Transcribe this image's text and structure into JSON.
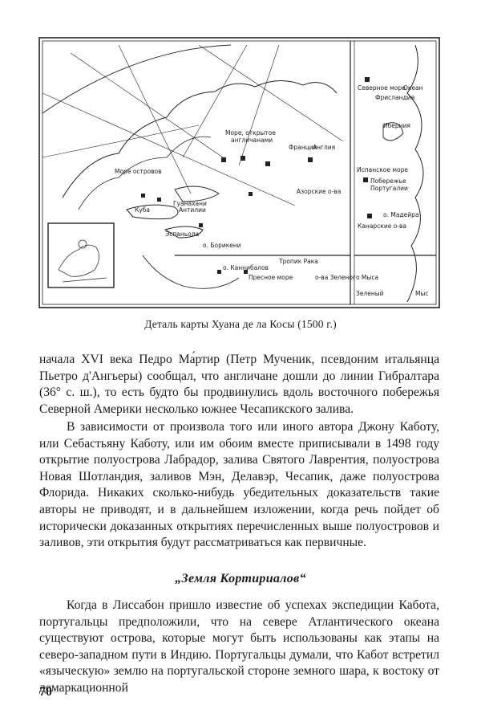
{
  "map": {
    "labels": {
      "severnoe_more": "Северное море",
      "okean": "Океан",
      "frislandiya": "Фрисландия",
      "iberniya": "Иберния",
      "more_otkrytoe": "Море, открытое",
      "anglichanami": "англичанами",
      "angliya": "Англия",
      "franciya": "Франция",
      "ispanskoe_more": "Испанское море",
      "pobereje": "Побережье",
      "portugalii": "Португалии",
      "azorskie": "Азорские о-ва",
      "gvinakani": "Гуанахани",
      "antilii": "Антилии",
      "kuba": "Куба",
      "espanola": "Эспаньола",
      "o_borikeni": "о. Борикени",
      "o_madeira": "о. Мадейра",
      "kanarskie": "Канарские о-ва",
      "more_ostrovov": "Море островов",
      "tropik_raka": "Тропик Рака",
      "o_kannibalov": "о. Каннибалов",
      "presnoe_more": "Пресное море",
      "o_zelenogo_mysa": "о-ва Зеленого Мыса",
      "zelenyi": "Зеленый",
      "mys": "Мыс"
    }
  },
  "caption": "Деталь карты Хуана де ла Косы (1500 г.)",
  "paragraphs": [
    "начала XVI века Педро Ма́ртир (Петр Мученик, псевдоним итальянца Пьетро д'Ангьеры) сообщал, что англичане дошли до линии Гибралтара (36° с. ш.), то есть будто бы продвинулись вдоль восточного побережья Северной Америки несколько южнее Чесапикского залива.",
    "В зависимости от произвола того или иного автора Джону Каботу, или Себастьяну Каботу, или им обоим вместе приписывали в 1498 году открытие полуострова Лабрадор, залива Святого Лаврентия, полуострова Новая Шотландия, заливов Мэн, Делавэр, Чесапик, даже полуострова Флорида. Никаких сколько-нибудь убедительных доказательств такие авторы не приводят, и в дальнейшем изложении, когда речь пойдет об исторически доказанных открытиях перечисленных выше полуостровов и заливов, эти открытия будут рассматриваться как первичные."
  ],
  "heading": "„Земля Кортириалов“",
  "paragraph3": "Когда в Лиссабон пришло известие об успехах экспедиции Кабота, португальцы предположили, что на севере Атлантического океана существуют острова, которые могут быть использованы как этапы на северо-западном пути в Индию. Португальцы думали, что Кабот встретил «языческую» землю на португальской стороне земного шара, к востоку от демаркационной",
  "page_number": "70"
}
